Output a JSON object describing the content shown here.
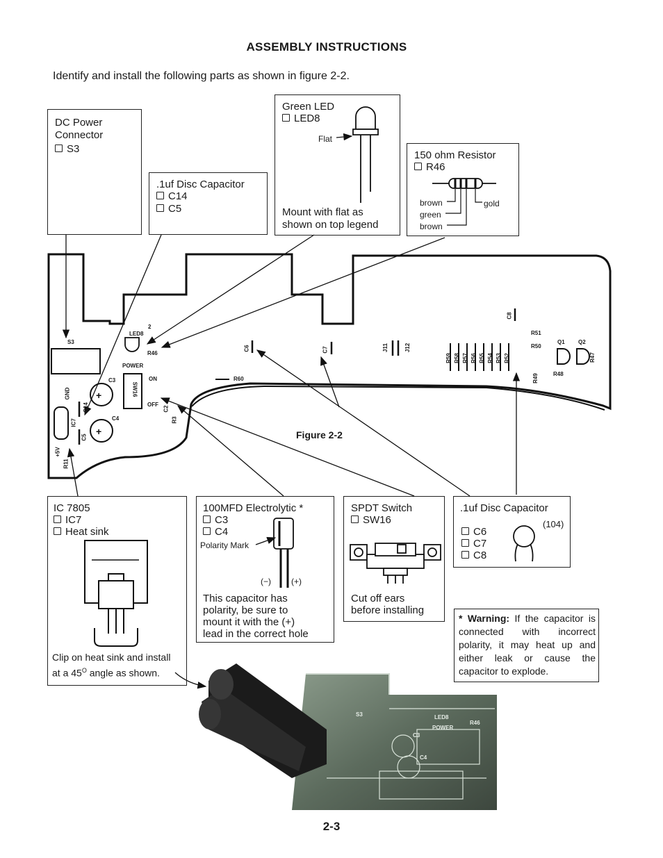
{
  "page": {
    "title": "ASSEMBLY INSTRUCTIONS",
    "intro": "Identify and install the following parts as shown in figure 2-2.",
    "figure_label": "Figure 2-2",
    "page_number": "2-3"
  },
  "boxes": {
    "dc_power": {
      "line1": "DC Power",
      "line2": "Connector",
      "items": [
        "S3"
      ]
    },
    "disc_cap_top": {
      "title": ".1uf Disc Capacitor",
      "items": [
        "C14",
        "C5"
      ]
    },
    "green_led": {
      "title": "Green LED",
      "items": [
        "LED8"
      ],
      "flat_label": "Flat",
      "note_line1": "Mount with flat as",
      "note_line2": "shown on top legend"
    },
    "resistor": {
      "title": "150 ohm Resistor",
      "items": [
        "R46"
      ],
      "band1": "brown",
      "band2": "green",
      "band3": "brown",
      "band4": "gold"
    },
    "ic7805": {
      "title": "IC 7805",
      "items": [
        "IC7",
        "Heat sink"
      ],
      "caption_line1": "Clip on heat sink and install",
      "caption_line2_pre": "at a 45",
      "caption_deg": "O",
      "caption_line2_post": " angle as shown."
    },
    "electrolytic": {
      "title": "100MFD Electrolytic *",
      "items": [
        "C3",
        "C4"
      ],
      "polarity_mark": "Polarity Mark",
      "minus": "(−)",
      "plus": "(+)",
      "note": [
        "This capacitor has",
        "polarity, be sure to",
        "mount it with the (+)",
        "lead in the correct hole"
      ]
    },
    "spdt": {
      "title": "SPDT Switch",
      "items": [
        "SW16"
      ],
      "note_line1": "Cut off ears",
      "note_line2": "before installing"
    },
    "disc_cap_bottom": {
      "title": ".1uf Disc Capacitor",
      "code": "(104)",
      "items": [
        "C6",
        "C7",
        "C8"
      ]
    },
    "warning": {
      "label": "* Warning:",
      "text": " If the capacitor is connected with incorrect polarity, it may heat up and either leak or cause the capacitor to explode."
    }
  },
  "pcb_labels": {
    "s3": "S3",
    "led8": "LED8",
    "two": "2",
    "r46": "R46",
    "power": "POWER",
    "on": "ON",
    "off": "OFF",
    "c3": "C3",
    "c4": "C4",
    "sw16": "SW16",
    "gnd": "GND",
    "c14": "C14",
    "c5": "C5",
    "ic7": "IC7",
    "plus5v": "+5V",
    "r11": "R11",
    "c2": "C2",
    "r3": "R3",
    "r60": "R60",
    "c6": "C6",
    "c7": "C7",
    "j11": "J11",
    "j12": "J12",
    "c8": "C8",
    "r51": "R51",
    "r50": "R50",
    "q1": "Q1",
    "q2": "Q2",
    "r47": "R47",
    "r49": "R49",
    "r48": "R48",
    "resistor_bank": [
      "R59",
      "R58",
      "R57",
      "R56",
      "R55",
      "R54",
      "R53",
      "R52"
    ]
  },
  "photo_labels": {
    "s3": "S3",
    "led8": "LED8",
    "power": "POWER",
    "c3": "C3",
    "c4": "C4",
    "r46": "R46"
  }
}
